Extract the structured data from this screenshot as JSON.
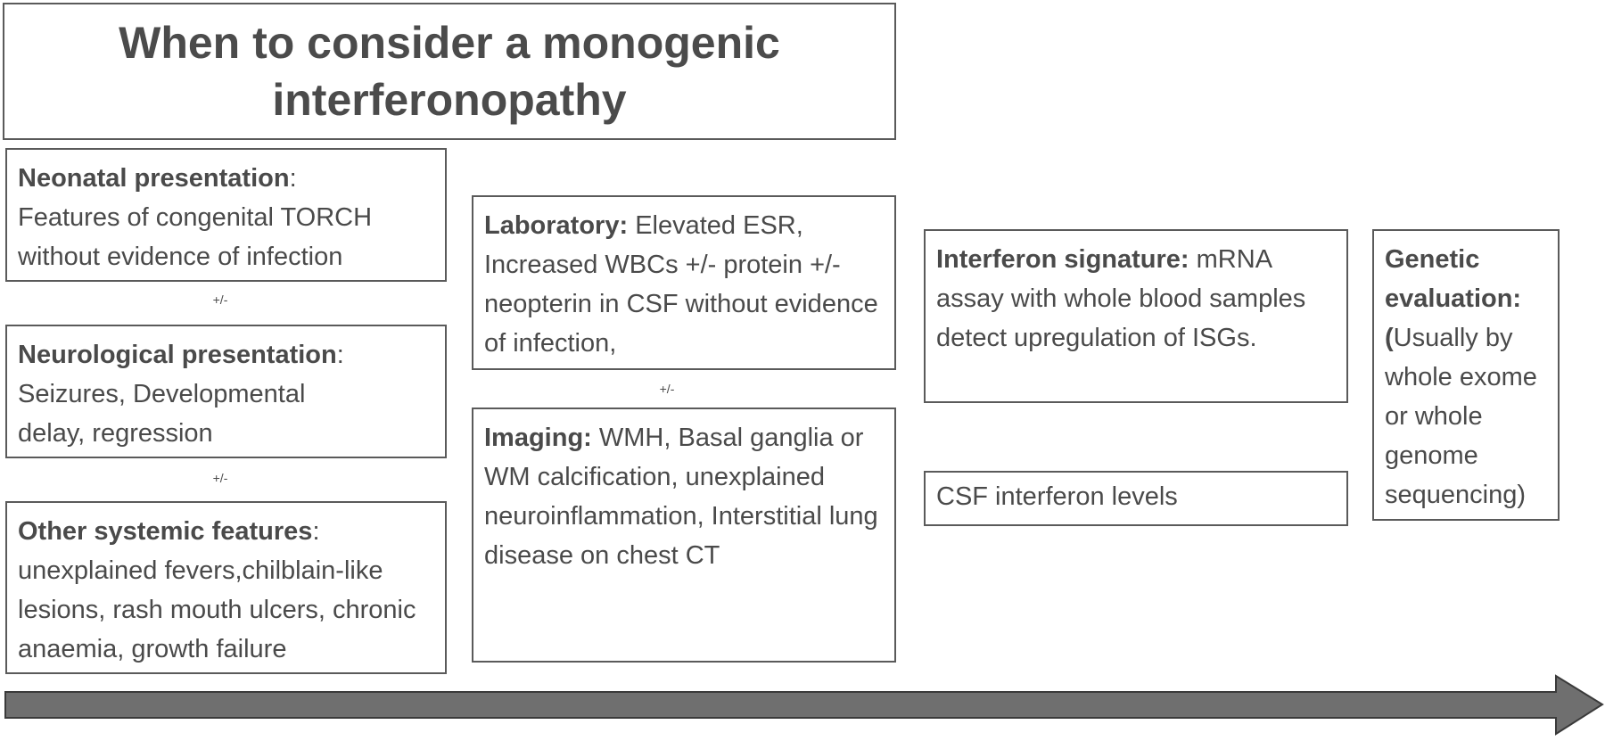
{
  "title": "When to consider a monogenic interferonopathy",
  "neonatal": {
    "heading": "Neonatal presentation",
    "suffix": ":",
    "text": "Features of congenital TORCH without evidence of infection"
  },
  "sep1": "+/-",
  "neurological": {
    "heading": "Neurological presentation",
    "suffix": ":",
    "text": "Seizures, Developmental delay, regression"
  },
  "sep2": "+/-",
  "systemic": {
    "heading": "Other systemic features",
    "suffix": ":",
    "text": "unexplained fevers,chilblain-like lesions, rash mouth ulcers, chronic anaemia, growth failure"
  },
  "laboratory": {
    "heading": "Laboratory:",
    "text": " Elevated ESR, Increased WBCs +/- protein +/- neopterin in CSF without evidence of infection,"
  },
  "sep3": "+/-",
  "imaging": {
    "heading": "Imaging:",
    "text": " WMH, Basal ganglia or WM calcification, unexplained neuroinflammation, Interstitial lung disease on chest CT"
  },
  "interferon": {
    "heading": "Interferon signature:",
    "text": " mRNA assay with whole blood samples detect upregulation of ISGs."
  },
  "csf": {
    "text": "CSF interferon levels"
  },
  "genetic": {
    "heading": "Genetic evaluation:",
    "paren_open": "(",
    "text": "Usually by whole exome or whole genome sequencing)"
  },
  "colors": {
    "arrow_fill": "#6f6f6f",
    "arrow_stroke": "#3a3a3a",
    "border": "#5a5a5a",
    "text": "#4a4a4a"
  }
}
